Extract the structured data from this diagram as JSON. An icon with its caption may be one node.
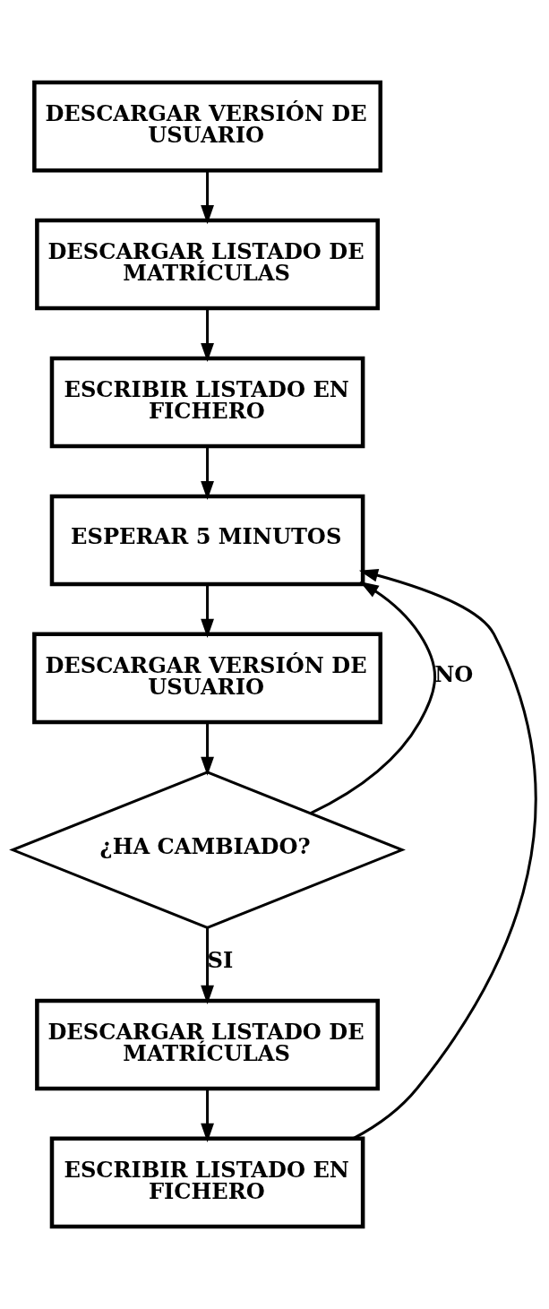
{
  "diagram": {
    "nodes": [
      {
        "text": [
          "DESCARGAR VERSIÓN DE USUARIO"
        ]
      },
      {
        "text": [
          "DESCARGAR LISTADO DE MATRÍCULAS"
        ]
      },
      {
        "text": [
          "ESCRIBIR LISTADO EN FICHERO"
        ]
      },
      {
        "text": [
          "ESPERAR 5 MINUTOS"
        ]
      },
      {
        "text": [
          "DESCARGAR VERSIÓN DE USUARIO"
        ]
      },
      {
        "text": [
          "¿HA CAMBIADO?"
        ]
      },
      {
        "text": [
          "DESCARGAR LISTADO DE MATRÍCULAS"
        ]
      },
      {
        "text": [
          "ESCRIBIR LISTADO EN FICHERO"
        ]
      }
    ],
    "edges": [
      {
        "from": 0,
        "to": 1,
        "arrow": "to"
      },
      {
        "from": 1,
        "to": 2,
        "arrow": "to"
      },
      {
        "from": 2,
        "to": 3,
        "arrow": "to"
      },
      {
        "from": 3,
        "to": 4,
        "arrow": "to"
      },
      {
        "from": 4,
        "to": 5,
        "arrow": "to"
      },
      {
        "from": 5,
        "to": 3,
        "arrow": "to",
        "label": "NO"
      },
      {
        "from": 5,
        "to": 6,
        "arrow": "to",
        "label": "SI"
      },
      {
        "from": 6,
        "to": 7,
        "arrow": "to"
      },
      {
        "from": 7,
        "to": 3,
        "arrow": "to"
      }
    ]
  }
}
